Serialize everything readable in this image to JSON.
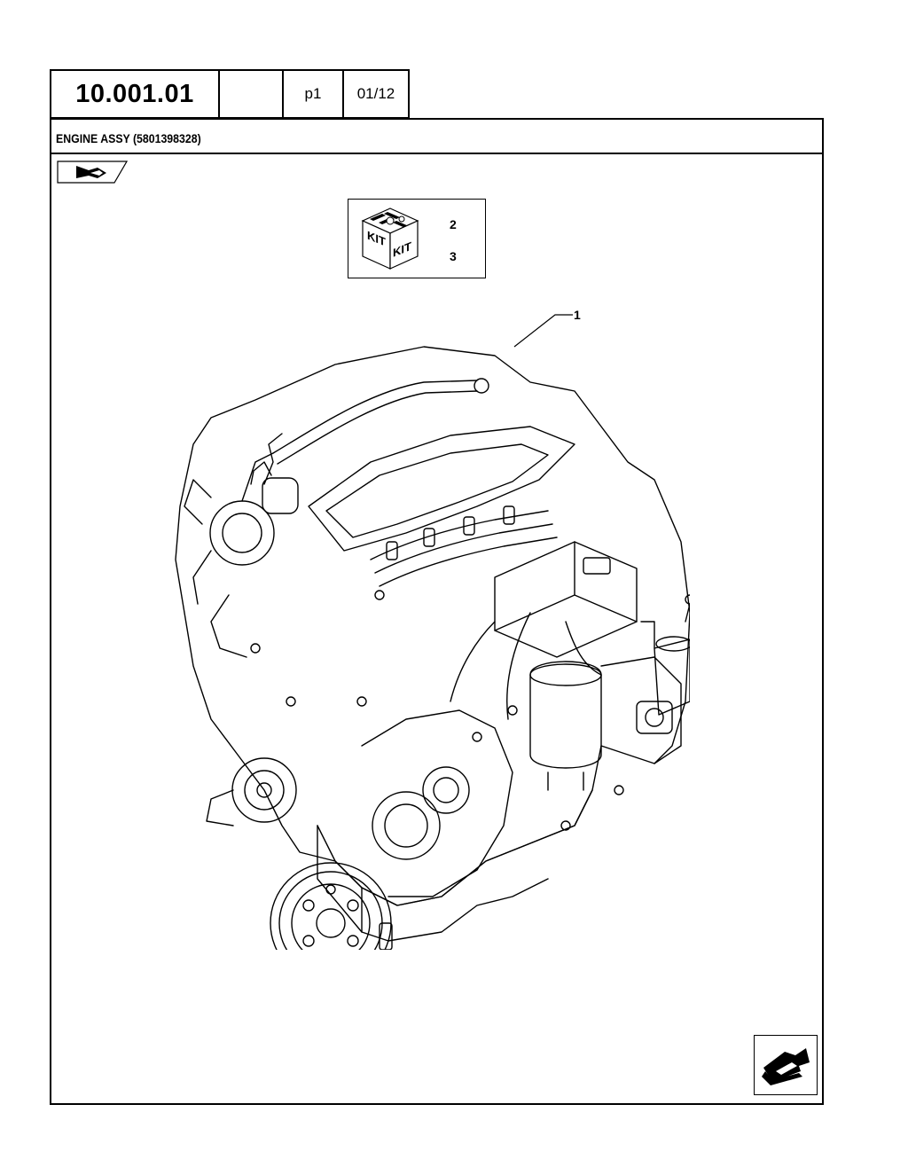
{
  "header": {
    "code": "10.001.01",
    "blank": "",
    "page": "p1",
    "sheet": "01/12"
  },
  "title": "ENGINE ASSY (5801398328)",
  "kit": {
    "label_left": "KIT",
    "label_right": "KIT",
    "items": [
      "2",
      "3"
    ]
  },
  "callouts": {
    "item_1": "1"
  },
  "icons": {
    "view": "forward-arrow-icon",
    "kit": "kit-box-icon",
    "next": "next-page-arrow-icon"
  }
}
